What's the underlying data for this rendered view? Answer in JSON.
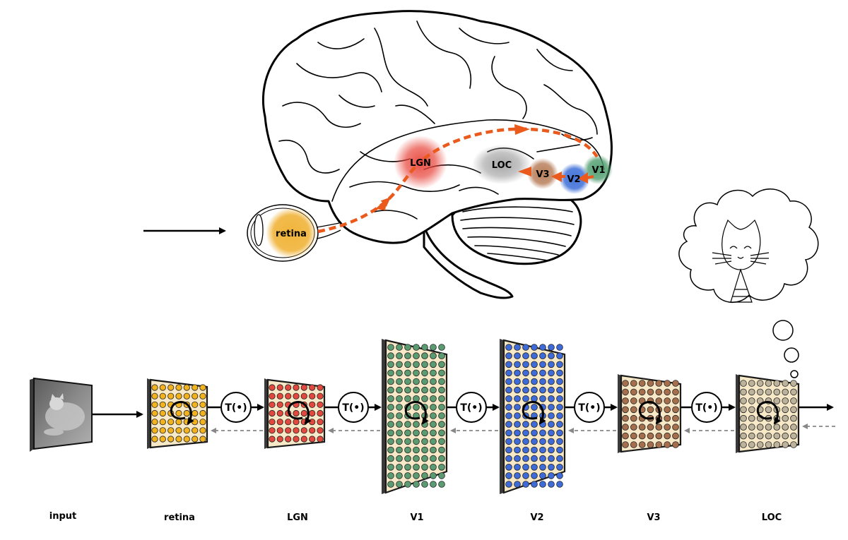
{
  "brain": {
    "regions": [
      {
        "key": "retina",
        "label": "retina",
        "color": "#f0b43a"
      },
      {
        "key": "lgn",
        "label": "LGN",
        "color": "#e8463c"
      },
      {
        "key": "loc",
        "label": "LOC",
        "color": "#9d9d9d"
      },
      {
        "key": "v3",
        "label": "V3",
        "color": "#b57a55"
      },
      {
        "key": "v2",
        "label": "V2",
        "color": "#3d6fd8"
      },
      {
        "key": "v1",
        "label": "V1",
        "color": "#4f9e6f"
      }
    ],
    "pathway_color": "#ea5a1c"
  },
  "pipeline": {
    "input_label": "input",
    "operator_label": "T(•)",
    "stages": [
      {
        "key": "retina",
        "label": "retina",
        "dot_color": "#f1b21e"
      },
      {
        "key": "lgn",
        "label": "LGN",
        "dot_color": "#e2483e"
      },
      {
        "key": "v1",
        "label": "V1",
        "dot_color": "#5a9b72"
      },
      {
        "key": "v2",
        "label": "V2",
        "dot_color": "#3f6bd8"
      },
      {
        "key": "v3",
        "label": "V3",
        "dot_color": "#a56f4e"
      },
      {
        "key": "loc",
        "label": "LOC",
        "dot_color": "#bdb39c"
      }
    ],
    "panel_fill": "#f7e9c7"
  }
}
